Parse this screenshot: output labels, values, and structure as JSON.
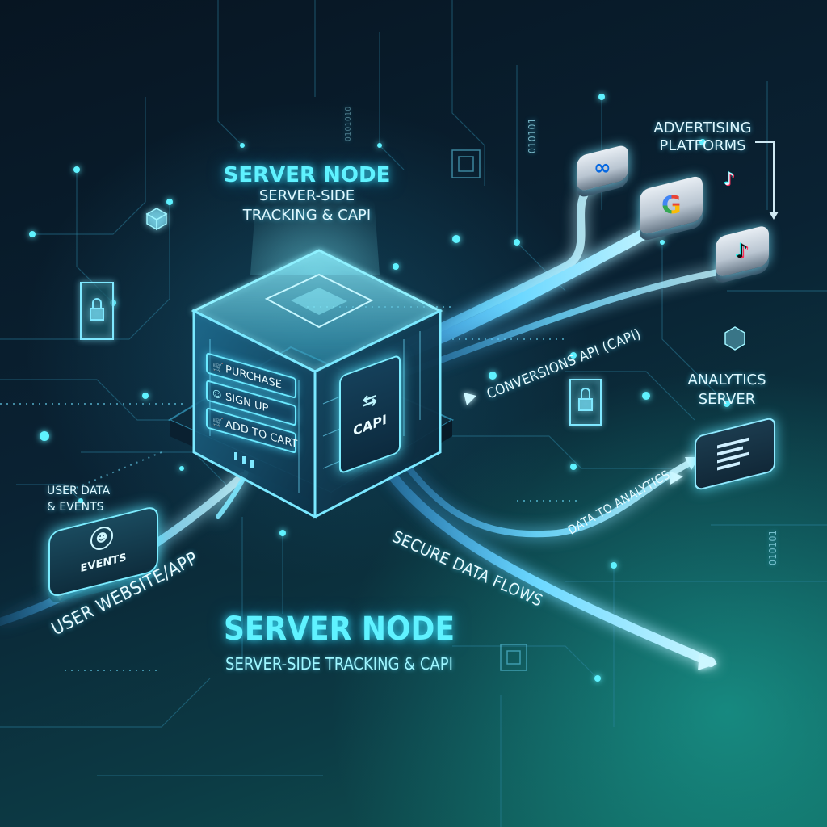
{
  "title_top": {
    "line1": "SERVER NODE",
    "line2": "SERVER-SIDE",
    "line3": "TRACKING & CAPI"
  },
  "title_bottom": {
    "line1": "SERVER NODE",
    "line2": "SERVER-SIDE TRACKING & CAPI"
  },
  "events": [
    {
      "label": "PURCHASE",
      "icon": "cart-icon"
    },
    {
      "label": "SIGN UP",
      "icon": "user-icon"
    },
    {
      "label": "ADD TO CART",
      "icon": "cart-icon"
    }
  ],
  "capi_label": "CAPI",
  "user_data_label": {
    "line1": "USER DATA",
    "line2": "& EVENTS"
  },
  "events_pad_label": "EVENTS",
  "flow_labels": {
    "user_website": "USER WEBSITE/APP",
    "conversions_api": "CONVERSIONS API (CAPI)",
    "data_to_analytics": "DATA TO ANALYTICS",
    "secure_flows": "SECURE DATA FLOWS"
  },
  "advertising": {
    "line1": "ADVERTISING",
    "line2": "PLATFORMS"
  },
  "analytics": {
    "line1": "ANALYTICS",
    "line2": "SERVER"
  },
  "binary_strings": [
    "010101",
    "0101010",
    "010101"
  ],
  "platform_icons": [
    "meta-icon",
    "google-icon",
    "tiktok-icon"
  ],
  "colors": {
    "accent_cyan": "#5ff2ff",
    "flow_blue": "#4fb3ff",
    "teal_bg": "#0f5a56",
    "navy_bg": "#071522",
    "google_blue": "#4285F4",
    "google_red": "#EA4335",
    "google_yellow": "#FBBC05",
    "google_green": "#34A853",
    "meta_blue": "#0668E1",
    "tiktok_pink": "#fe2c55",
    "tiktok_cyan": "#25f4ee"
  }
}
